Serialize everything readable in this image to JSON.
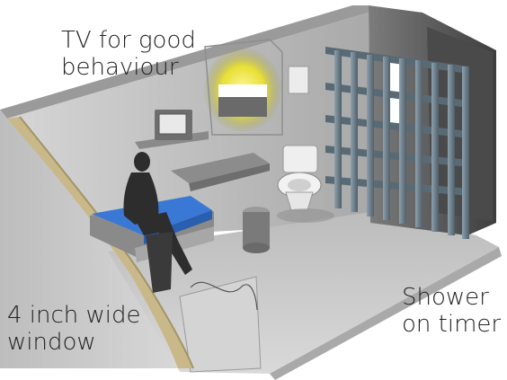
{
  "labels": {
    "tv": [
      "TV for good",
      "behaviour"
    ],
    "window": [
      "4 inch wide",
      "window"
    ],
    "shower": [
      "Shower",
      "on timer"
    ]
  },
  "colors": {
    "wall_light": "#cfcfcf",
    "wall_mid": "#a8a8a8",
    "wall_dark": "#5a5a5a",
    "floor": "#c9c9c9",
    "bars": "#6d7f8c",
    "bed_blue": "#3a78d6",
    "light_yellow": "#f2ea3a",
    "silhouette": "#2d2d2d",
    "window_tan": "#c9b98a"
  }
}
